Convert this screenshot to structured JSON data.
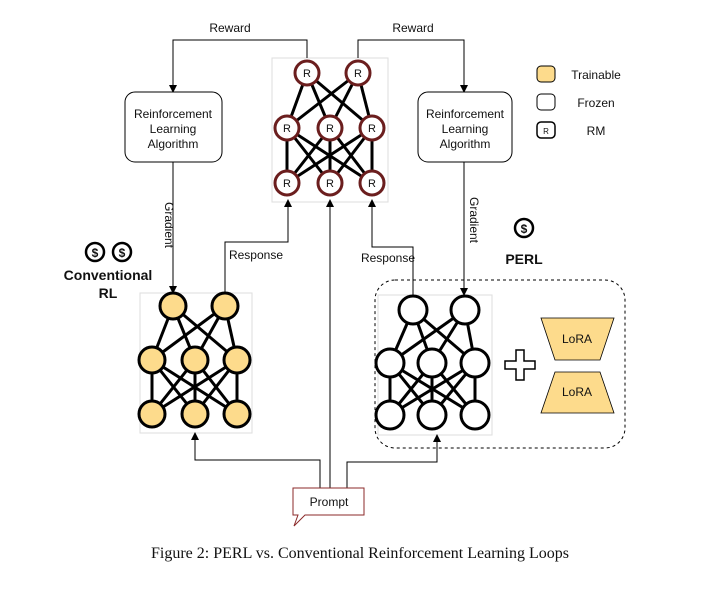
{
  "edge_labels": {
    "reward_left": "Reward",
    "reward_right": "Reward",
    "gradient_left": "Gradient",
    "gradient_right": "Gradient",
    "response_left": "Response",
    "response_right": "Response"
  },
  "rl_box_left": [
    "Reinforcement",
    "Learning",
    "Algorithm"
  ],
  "rl_box_right": [
    "Reinforcement",
    "Learning",
    "Algorithm"
  ],
  "rm_node_label": "R",
  "legend": {
    "trainable": "Trainable",
    "frozen": "Frozen",
    "rm": "RM",
    "rm_symbol": "R"
  },
  "conventional": {
    "line1": "Conventional",
    "line2": "RL",
    "icons": [
      "dollar-icon",
      "dollar-icon"
    ]
  },
  "perl": {
    "label": "PERL",
    "icons": [
      "dollar-icon"
    ]
  },
  "lora": {
    "top": "LoRA",
    "bottom": "LoRA"
  },
  "prompt": "Prompt",
  "caption": "Figure 2: PERL vs. Conventional Reinforcement Learning Loops",
  "colors": {
    "trainable": "#FDDB8C",
    "frozen": "#FFFFFF",
    "rm_stroke": "#6B1E1E"
  }
}
